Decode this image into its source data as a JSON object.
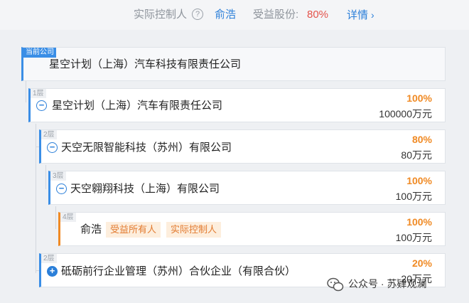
{
  "header": {
    "controller_label": "实际控制人",
    "controller_help_icon": "?",
    "controller_name": "俞浩",
    "share_label": "受益股份:",
    "share_value": "80%",
    "detail_label": "详情",
    "detail_chevron": "›"
  },
  "current_company": {
    "tag": "当前公司",
    "name": "星空计划（上海）汽车科技有限责任公司"
  },
  "layers": [
    {
      "level": "1层",
      "toggle": "−",
      "name": "星空计划（上海）汽车有限责任公司",
      "pct": "100%",
      "amount": "100000万元"
    },
    {
      "level": "2层",
      "toggle": "−",
      "name": "天空无限智能科技（苏州）有限公司",
      "pct": "80%",
      "amount": "80万元"
    },
    {
      "level": "3层",
      "toggle": "−",
      "name": "天空翱翔科技（上海）有限公司",
      "pct": "100%",
      "amount": "100万元"
    },
    {
      "level": "4层",
      "name": "俞浩",
      "badges": [
        "受益所有人",
        "实际控制人"
      ],
      "pct": "100%",
      "amount": "100万元"
    },
    {
      "level": "2层",
      "toggle": "+",
      "name": "砥砺前行企业管理（苏州）合伙企业（有限合伙）",
      "pct": "20%",
      "amount": "20万元"
    }
  ],
  "watermark": {
    "text": "公众号 · 苏肄观澜"
  },
  "colors": {
    "accent_blue": "#2b7fd9",
    "accent_orange": "#f08a24",
    "red": "#e4534b",
    "badge_bg": "#fdeedd"
  }
}
